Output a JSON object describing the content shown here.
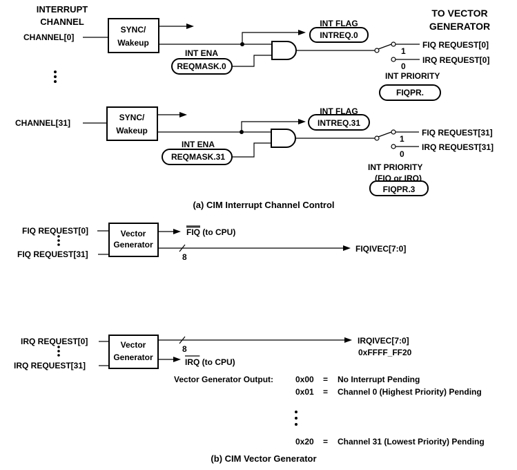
{
  "part_a": {
    "header_interrupt": "INTERRUPT",
    "header_channel": "CHANNEL",
    "header_to_vector": "TO VECTOR",
    "header_generator": "GENERATOR",
    "channel0": {
      "input": "CHANNEL[0]",
      "sync_line1": "SYNC/",
      "sync_line2": "Wakeup",
      "flag_label": "INT FLAG",
      "flag_reg": "INTREQ.0",
      "ena_label": "INT ENA",
      "mask_reg": "REQMASK.0",
      "mux_one": "1",
      "mux_zero": "0",
      "fiq_out": "FIQ REQUEST[0]",
      "irq_out": "IRQ REQUEST[0]",
      "prio_label": "INT PRIORITY",
      "prio_reg": "FIQPR."
    },
    "channel31": {
      "input": "CHANNEL[31]",
      "sync_line1": "SYNC/",
      "sync_line2": "Wakeup",
      "flag_label": "INT FLAG",
      "flag_reg": "INTREQ.31",
      "ena_label": "INT ENA",
      "mask_reg": "REQMASK.31",
      "mux_one": "1",
      "mux_zero": "0",
      "fiq_out": "FIQ REQUEST[31]",
      "irq_out": "IRQ REQUEST[31]",
      "prio_label": "INT PRIORITY",
      "prio_sub": "(FIQ or IRQ)",
      "prio_reg": "FIQPR.3"
    },
    "caption": "(a) CIM Interrupt Channel Control"
  },
  "fiq_gen": {
    "in_first": "FIQ REQUEST[0]",
    "in_last": "FIQ REQUEST[31]",
    "box_line1": "Vector",
    "box_line2": "Generator",
    "cpu_signal": "FIQ",
    "cpu_suffix": " (to CPU)",
    "bus_width": "8",
    "vec_out": "FIQIVEC[7:0]"
  },
  "irq_gen": {
    "in_first": "IRQ REQUEST[0]",
    "in_last": "IRQ REQUEST[31]",
    "box_line1": "Vector",
    "box_line2": "Generator",
    "cpu_signal": "IRQ",
    "cpu_suffix": " (to CPU)",
    "bus_width": "8",
    "vec_out": "IRQIVEC[7:0]",
    "vec_addr": "0xFFFF_FF20"
  },
  "output_table": {
    "label": "Vector Generator Output:",
    "rows": [
      {
        "code": "0x00",
        "eq": "=",
        "desc": "No Interrupt Pending"
      },
      {
        "code": "0x01",
        "eq": "=",
        "desc": "Channel 0 (Highest Priority) Pending"
      },
      {
        "code": "0x20",
        "eq": "=",
        "desc": "Channel 31 (Lowest Priority) Pending"
      }
    ]
  },
  "caption_b": "(b) CIM Vector Generator"
}
